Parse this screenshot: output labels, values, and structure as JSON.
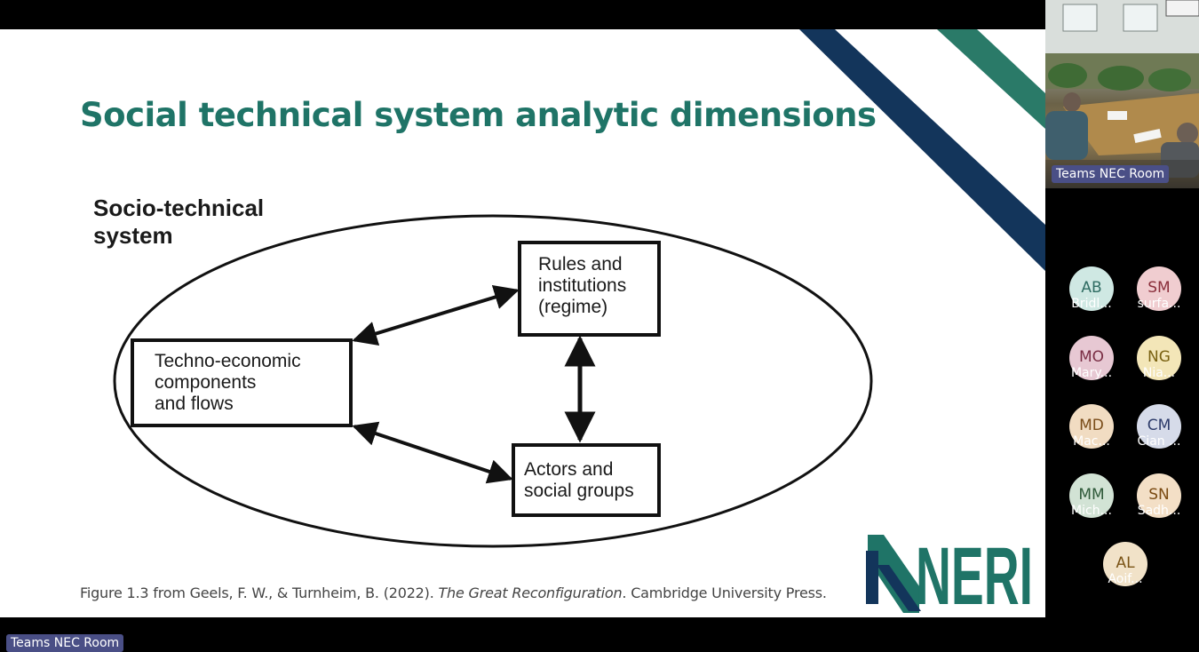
{
  "slide": {
    "title": "Social technical system analytic dimensions",
    "diagram": {
      "system_label_line1": "Socio-technical",
      "system_label_line2": "system",
      "box_techno": [
        "Techno-economic",
        "components",
        "and flows"
      ],
      "box_rules": [
        "Rules and",
        "institutions",
        "(regime)"
      ],
      "box_actors": [
        "Actors and",
        "social groups"
      ]
    },
    "caption_pre": "Figure 1.3 from Geels, F. W., & Turnheim, B. (2022). ",
    "caption_italic": "The Great Reconfiguration",
    "caption_post": ". Cambridge University Press.",
    "logo_text": "NERI",
    "colors": {
      "teal": "#1f7467",
      "navy": "#13355b",
      "stripe_teal": "#2a7a68"
    }
  },
  "sidebar": {
    "video_label": "Teams NEC Room",
    "participants": [
      {
        "initials": "AB",
        "name": "Bridl...",
        "color": "#cfe8e3",
        "text_color": "#2f6c63"
      },
      {
        "initials": "SM",
        "name": "surfa...",
        "color": "#f0cdd0",
        "text_color": "#8a2f3b"
      },
      {
        "initials": "MO",
        "name": "Mary...",
        "color": "#e7c8d3",
        "text_color": "#7a2e45"
      },
      {
        "initials": "NG",
        "name": "Nia...",
        "color": "#f3e6b8",
        "text_color": "#7a6212"
      },
      {
        "initials": "MD",
        "name": "Mac...",
        "color": "#f1dcc2",
        "text_color": "#7a4d1a"
      },
      {
        "initials": "CM",
        "name": "Cian ...",
        "color": "#d6dbe9",
        "text_color": "#2e3c6b"
      },
      {
        "initials": "MM",
        "name": "Mich...",
        "color": "#d2e3d5",
        "text_color": "#2f5a3a"
      },
      {
        "initials": "SN",
        "name": "Sadh...",
        "color": "#f3dfc6",
        "text_color": "#7a4a12"
      },
      {
        "initials": "AL",
        "name": "Aoif...",
        "color": "#f1e2c8",
        "text_color": "#7a5416"
      }
    ]
  },
  "bottom": {
    "room_label": "Teams NEC Room"
  }
}
